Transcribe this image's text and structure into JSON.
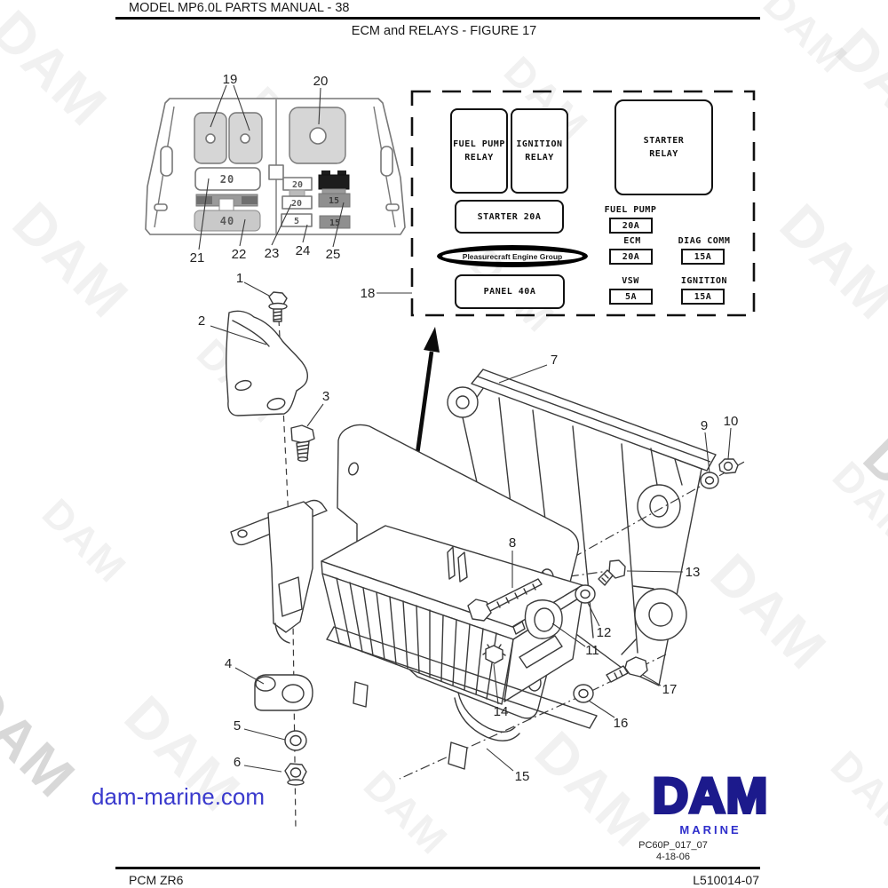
{
  "page": {
    "header_title": "MODEL MP6.0L PARTS MANUAL - 38",
    "figure_title": "ECM and RELAYS - FIGURE 17",
    "footer_left": "PCM ZR6",
    "footer_right": "L510014-07",
    "doc_number": "PC60P_017_07",
    "doc_date": "4-18-06",
    "website": "dam-marine.com",
    "watermark": "DAM"
  },
  "brand": {
    "logo_text": "DAM",
    "logo_sub": "MARINE",
    "logo_color": "#1c1a8c",
    "sub_color": "#2e2ecb",
    "link_color": "#3a3acd"
  },
  "legend": {
    "relay1": "FUEL PUMP\nRELAY",
    "relay2": "IGNITION\nRELAY",
    "relay3": "STARTER\nRELAY",
    "breaker": "STARTER 20A",
    "panel_fuse": "PANEL 40A",
    "oval_text": "Pleasurecraft Engine Group",
    "fuses": [
      {
        "name": "FUEL PUMP",
        "rating": "20A"
      },
      {
        "name": "ECM",
        "rating": "20A"
      },
      {
        "name": "DIAG COMM",
        "rating": "15A"
      },
      {
        "name": "VSW",
        "rating": "5A"
      },
      {
        "name": "IGNITION",
        "rating": "15A"
      }
    ]
  },
  "inset": {
    "fuse_values": [
      "20",
      "40",
      "20",
      "20",
      "5",
      "15",
      "15"
    ]
  },
  "callouts": [
    "1",
    "2",
    "3",
    "4",
    "5",
    "6",
    "7",
    "8",
    "9",
    "10",
    "11",
    "12",
    "13",
    "14",
    "15",
    "16",
    "17",
    "18",
    "19",
    "20",
    "21",
    "22",
    "23",
    "24",
    "25"
  ]
}
